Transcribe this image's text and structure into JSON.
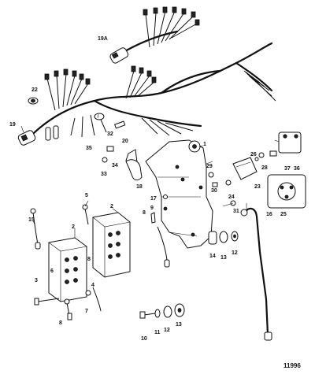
{
  "figure_number": "11996",
  "callouts": {
    "c1": "1",
    "c2a": "2",
    "c2b": "2",
    "c3": "3",
    "c4": "4",
    "c5": "5",
    "c6": "6",
    "c7": "7",
    "c8a": "8",
    "c8b": "8",
    "c8c": "8",
    "c9": "9",
    "c10": "10",
    "c11": "11",
    "c12a": "12",
    "c12b": "12",
    "c13a": "13",
    "c13b": "13",
    "c14": "14",
    "c15": "15",
    "c16": "16",
    "c17": "17",
    "c18": "18",
    "c19": "19",
    "c19a": "19A",
    "c20": "20",
    "c22": "22",
    "c23": "23",
    "c24": "24",
    "c25": "25",
    "c26": "26",
    "c28": "28",
    "c29": "29",
    "c30": "30",
    "c31": "31",
    "c32": "32",
    "c33": "33",
    "c34": "34",
    "c35": "35",
    "c36": "36",
    "c37": "37"
  }
}
